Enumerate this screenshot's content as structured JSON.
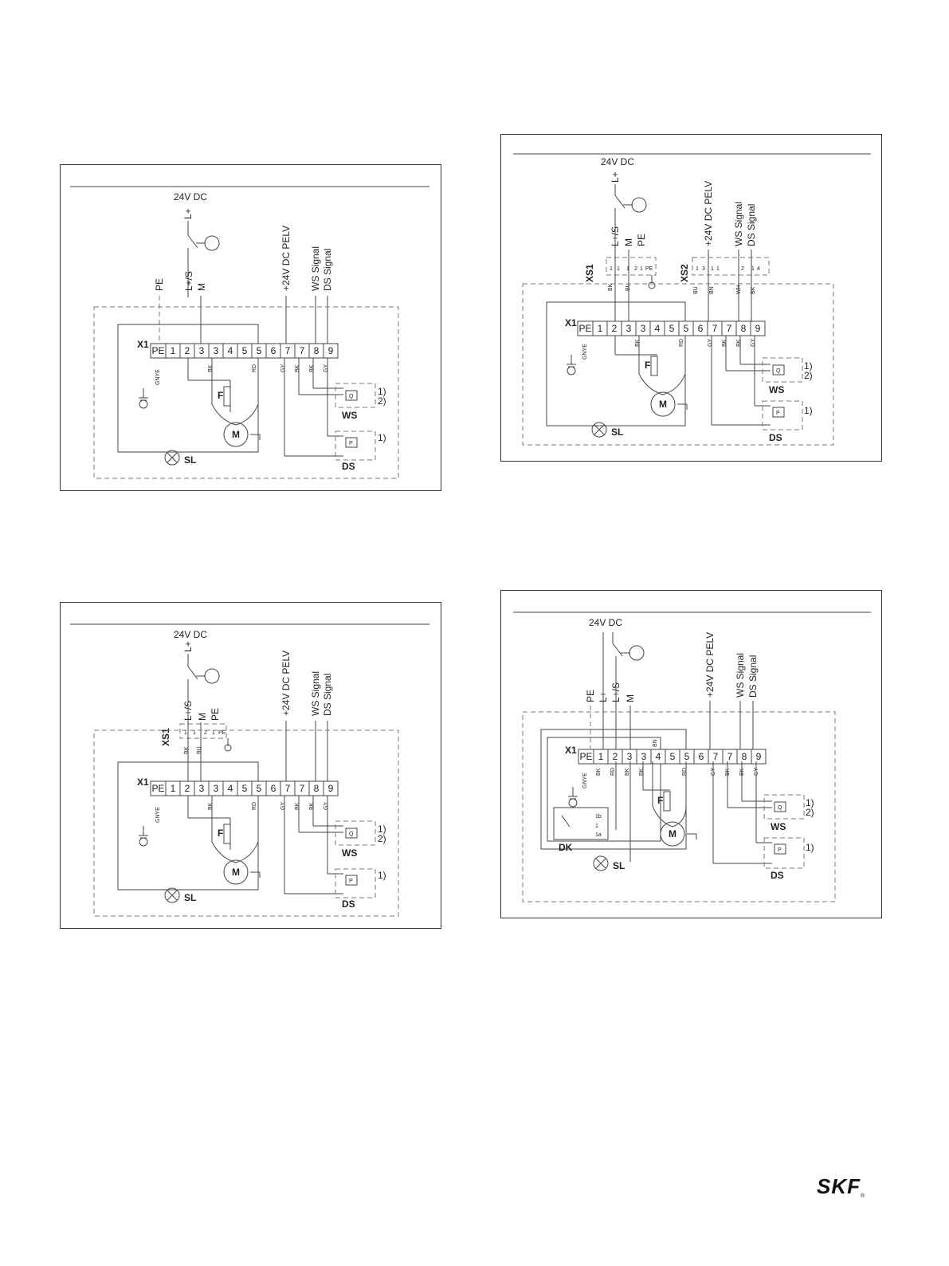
{
  "diagrams": [
    {
      "id": "p1",
      "supply": "24V DC",
      "top_labels": [
        "L+",
        "PE",
        "L+/S",
        "M",
        "+24V DC PELV",
        "WS Signal",
        "DS Signal"
      ],
      "terminal_strip_name": "X1",
      "terminals": [
        "PE",
        "1",
        "2",
        "3",
        "3",
        "4",
        "5",
        "5",
        "6",
        "7",
        "7",
        "8",
        "9"
      ],
      "wire_colors": [
        "GNYE",
        "BK",
        "RD",
        "GY",
        "BK",
        "BK",
        "GY"
      ],
      "components": [
        "F",
        "M",
        "Q",
        "P",
        "SL",
        "WS",
        "DS"
      ],
      "notes": [
        "1)",
        "2)",
        "1)"
      ]
    },
    {
      "id": "p2",
      "supply": "24V DC",
      "top_labels": [
        "L+",
        "L+/S",
        "M",
        "PE",
        "+24V DC PELV",
        "WS Signal",
        "DS Signal"
      ],
      "connector": {
        "name": "XS1",
        "pins": [
          "1",
          "1",
          "2",
          "1",
          "PE"
        ],
        "wire_colors": [
          "BK",
          "BU"
        ]
      },
      "terminal_strip_name": "X1",
      "terminals": [
        "PE",
        "1",
        "2",
        "3",
        "3",
        "4",
        "5",
        "5",
        "6",
        "7",
        "7",
        "8",
        "9"
      ],
      "wire_colors": [
        "GNYE",
        "BK",
        "RD",
        "GY",
        "BK",
        "BK",
        "GY"
      ],
      "components": [
        "F",
        "M",
        "Q",
        "P",
        "SL",
        "WS",
        "DS"
      ],
      "notes": [
        "1)",
        "2)",
        "1)"
      ]
    },
    {
      "id": "p3",
      "supply": "24V DC",
      "top_labels": [
        "L+",
        "L+/S",
        "M",
        "PE",
        "+24V DC PELV",
        "WS Signal",
        "DS Signal"
      ],
      "connector": {
        "name": "XS1",
        "pins": [
          "1",
          "1",
          "1",
          "2",
          "1",
          "PE"
        ],
        "wire_colors": [
          "BK",
          "BU"
        ]
      },
      "connector2": {
        "name": "XS2",
        "pins": [
          "1",
          "3",
          "1",
          "1",
          "2",
          "1",
          "4"
        ],
        "wire_colors": [
          "BU",
          "BN",
          "WH",
          "BK"
        ]
      },
      "terminal_strip_name": "X1",
      "terminals": [
        "PE",
        "1",
        "2",
        "3",
        "3",
        "4",
        "5",
        "5",
        "6",
        "7",
        "7",
        "8",
        "9"
      ],
      "wire_colors": [
        "GNYE",
        "BK",
        "RD",
        "GY",
        "BK",
        "BK",
        "GY"
      ],
      "components": [
        "F",
        "M",
        "Q",
        "P",
        "SL",
        "WS",
        "DS"
      ],
      "notes": [
        "1)",
        "2)",
        "1)"
      ]
    },
    {
      "id": "p4",
      "supply": "24V DC",
      "top_labels": [
        "PE",
        "L+",
        "L+/S",
        "M",
        "+24V DC PELV",
        "WS Signal",
        "DS Signal"
      ],
      "terminal_strip_name": "X1",
      "terminals": [
        "PE",
        "1",
        "2",
        "3",
        "3",
        "4",
        "5",
        "5",
        "6",
        "7",
        "7",
        "8",
        "9"
      ],
      "wire_colors": [
        "BN",
        "GNYE",
        "BK",
        "RD",
        "BK",
        "BK",
        "RD",
        "GY",
        "BK",
        "BK",
        "GY"
      ],
      "dk_contacts": [
        "1b",
        "1",
        "1a"
      ],
      "components": [
        "F",
        "M",
        "Q",
        "P",
        "SL",
        "WS",
        "DS",
        "DK"
      ],
      "notes": [
        "1)",
        "2)",
        "1)"
      ]
    }
  ],
  "brand": {
    "logo": "SKF",
    "mark": "®"
  }
}
